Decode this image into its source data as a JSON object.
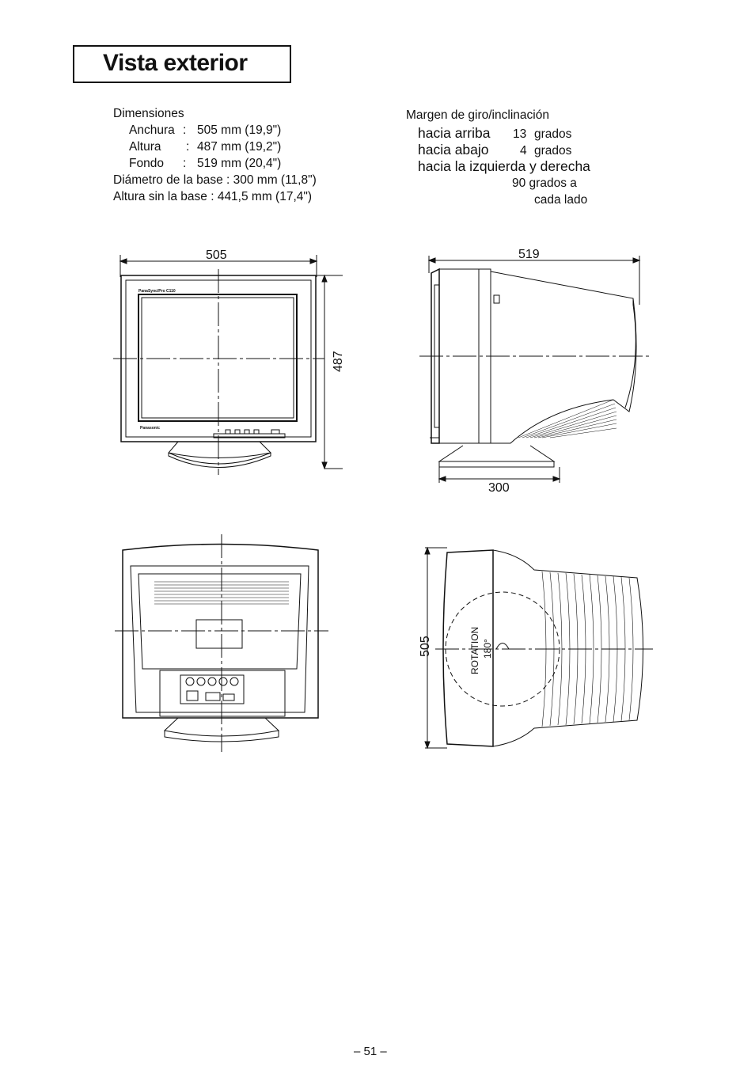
{
  "title": "Vista exterior",
  "dimensions": {
    "heading": "Dimensiones",
    "width_label": "Anchura",
    "width_value": "505 mm (19,9\")",
    "height_label": "Altura",
    "height_value": "487 mm (19,2\")",
    "depth_label": "Fondo",
    "depth_value": "519 mm (20,4\")",
    "base_diameter": "Diámetro de la base : 300 mm (11,8\")",
    "height_no_base": "Altura sin la base : 441,5 mm (17,4\")"
  },
  "swivel": {
    "heading": "Margen de giro/inclinación",
    "up_label": "hacia arriba",
    "up_value": "13",
    "down_label": "hacia abajo",
    "down_value": "4",
    "unit": "grados",
    "lr_label": "hacia la izquierda y derecha",
    "lr_value": "90 grados a",
    "lr_value_2": "cada lado"
  },
  "front_view": {
    "width_dim": "505",
    "height_dim": "487",
    "brand": "Panasonic",
    "model": "PanaSync/Pro C110"
  },
  "side_view": {
    "depth_dim": "519",
    "base_dim": "300"
  },
  "top_view": {
    "width_dim": "505",
    "rotation_label": "ROTATION",
    "rotation_value": "180°"
  },
  "page_number": "– 51 –"
}
